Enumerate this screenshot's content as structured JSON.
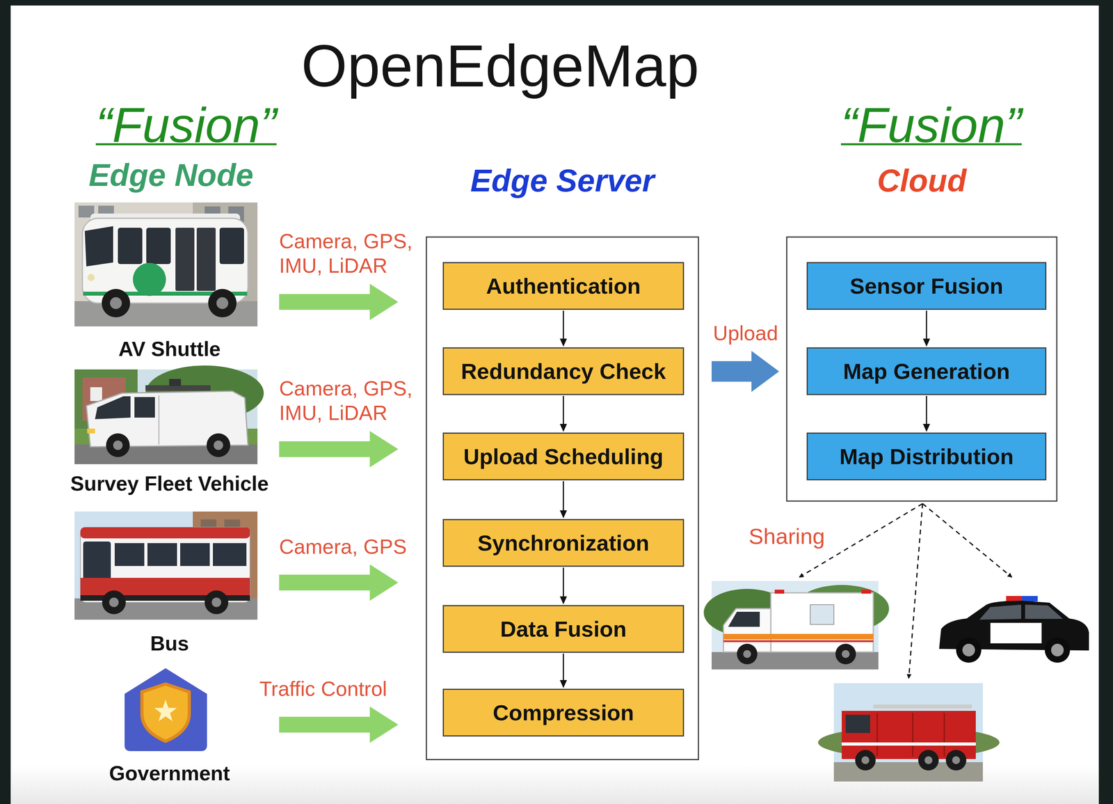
{
  "diagram": {
    "title": "OpenEdgeMap",
    "nodes": [
      {
        "text": [
          "AV Shuttle"
        ]
      },
      {
        "text": [
          "Survey Fleet Vehicle"
        ]
      },
      {
        "text": [
          "Bus"
        ]
      },
      {
        "text": [
          "Government"
        ]
      },
      {
        "text": [
          "Edge Server"
        ]
      },
      {
        "text": [
          "Authentication"
        ],
        "in": 4
      },
      {
        "text": [
          "Redundancy Check"
        ],
        "in": 4
      },
      {
        "text": [
          "Upload Scheduling"
        ],
        "in": 4
      },
      {
        "text": [
          "Synchronization"
        ],
        "in": 4
      },
      {
        "text": [
          "Data Fusion"
        ],
        "in": 4
      },
      {
        "text": [
          "Compression"
        ],
        "in": 4
      },
      {
        "text": [
          "Cloud"
        ]
      },
      {
        "text": [
          "Sensor Fusion"
        ],
        "in": 11
      },
      {
        "text": [
          "Map Generation"
        ],
        "in": 11
      },
      {
        "text": [
          "Map Distribution"
        ],
        "in": 11
      }
    ],
    "edges": [
      {
        "from": 0,
        "to": 4,
        "label": "Camera, GPS, IMU, LiDAR",
        "arrow": "to"
      },
      {
        "from": 1,
        "to": 4,
        "label": "Camera, GPS, IMU, LiDAR",
        "arrow": "to"
      },
      {
        "from": 2,
        "to": 4,
        "label": "Camera, GPS",
        "arrow": "to"
      },
      {
        "from": 3,
        "to": 4,
        "label": "Traffic Control",
        "arrow": "to"
      },
      {
        "from": 5,
        "to": 6,
        "arrow": "to"
      },
      {
        "from": 6,
        "to": 7,
        "arrow": "to"
      },
      {
        "from": 7,
        "to": 8,
        "arrow": "to"
      },
      {
        "from": 8,
        "to": 9,
        "arrow": "to"
      },
      {
        "from": 9,
        "to": 10,
        "arrow": "to"
      },
      {
        "from": 4,
        "to": 11,
        "label": "Upload",
        "arrow": "to"
      },
      {
        "from": 12,
        "to": 13,
        "arrow": "to"
      },
      {
        "from": 13,
        "to": 14,
        "arrow": "to"
      }
    ],
    "labels": [
      "“Fusion”",
      "Edge Node",
      "“Fusion”",
      "Sharing"
    ]
  }
}
